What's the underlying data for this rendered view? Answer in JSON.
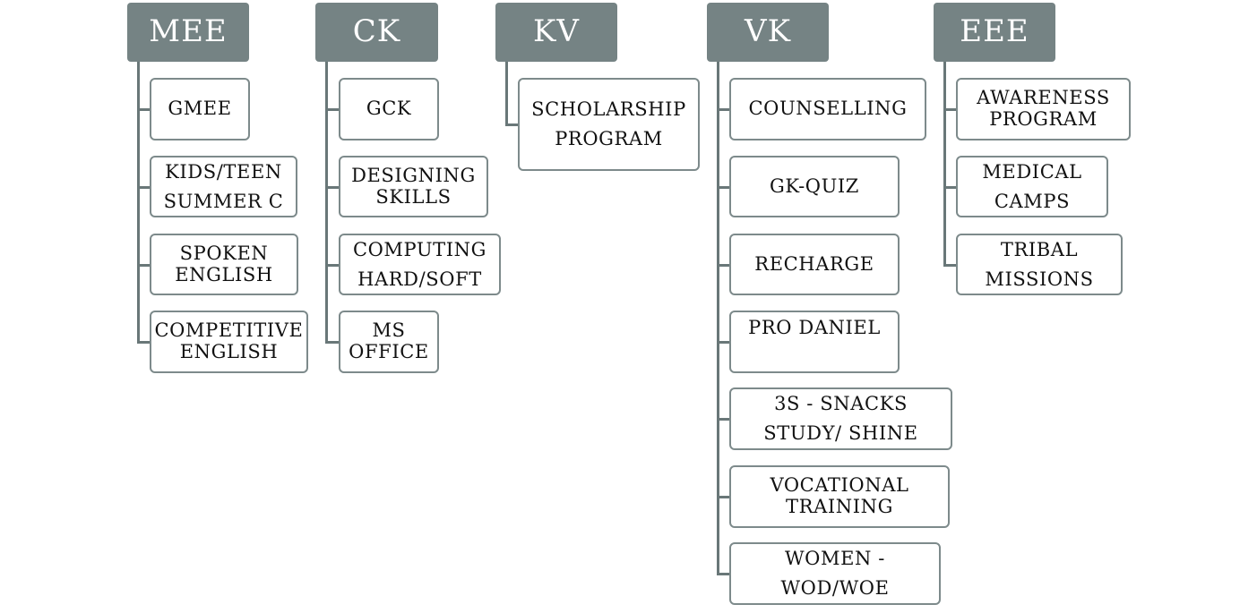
{
  "columns": [
    {
      "title": "MEE",
      "items": [
        {
          "lines": [
            "GMEE"
          ]
        },
        {
          "lines": [
            "KIDS/TEEN",
            "SUMMER C"
          ]
        },
        {
          "lines": [
            "SPOKEN",
            "ENGLISH"
          ]
        },
        {
          "lines": [
            "COMPETITIVE",
            "ENGLISH"
          ]
        }
      ]
    },
    {
      "title": "CK",
      "items": [
        {
          "lines": [
            "GCK"
          ]
        },
        {
          "lines": [
            "DESIGNING",
            "SKILLS"
          ]
        },
        {
          "lines": [
            "COMPUTING",
            "HARD/SOFT"
          ]
        },
        {
          "lines": [
            "MS",
            "OFFICE"
          ]
        }
      ]
    },
    {
      "title": "KV",
      "items": [
        {
          "lines": [
            "SCHOLARSHIP",
            "PROGRAM"
          ]
        }
      ]
    },
    {
      "title": "VK",
      "items": [
        {
          "lines": [
            "COUNSELLING"
          ]
        },
        {
          "lines": [
            "GK-QUIZ"
          ]
        },
        {
          "lines": [
            "RECHARGE"
          ]
        },
        {
          "lines": [
            "PRO DANIEL"
          ]
        },
        {
          "lines": [
            "3S - SNACKS",
            "STUDY/ SHINE"
          ]
        },
        {
          "lines": [
            "VOCATIONAL",
            "TRAINING"
          ]
        },
        {
          "lines": [
            "WOMEN -",
            "WOD/WOE"
          ]
        }
      ]
    },
    {
      "title": "EEE",
      "items": [
        {
          "lines": [
            "AWARENESS",
            "PROGRAM"
          ]
        },
        {
          "lines": [
            "MEDICAL",
            "CAMPS"
          ]
        },
        {
          "lines": [
            "TRIBAL",
            "MISSIONS"
          ]
        }
      ]
    }
  ]
}
